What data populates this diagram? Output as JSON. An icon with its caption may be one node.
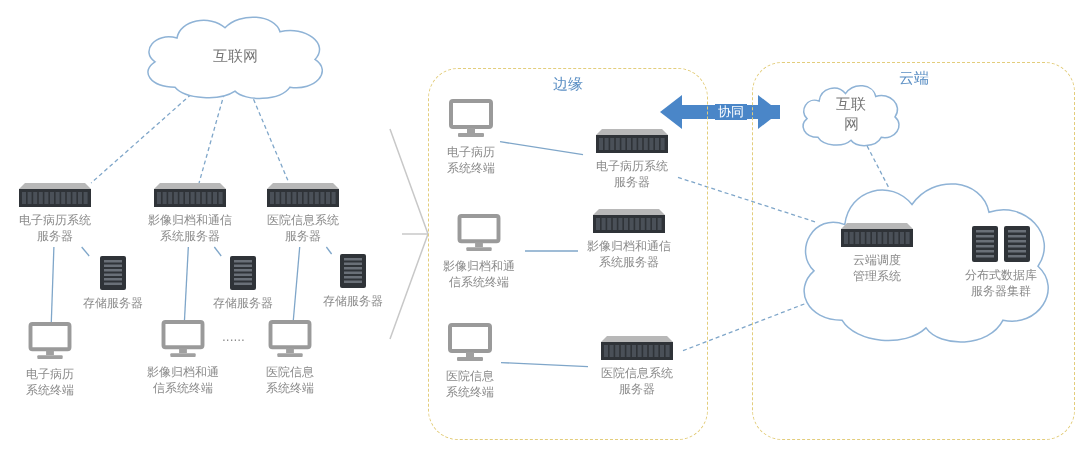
{
  "diagram": {
    "nodes": [
      {
        "text": [
          "互联网"
        ]
      },
      {
        "text": [
          "电子病历系统服务器"
        ]
      },
      {
        "text": [
          "影像归档和通信系统服务器"
        ]
      },
      {
        "text": [
          "医院信息系统服务器"
        ]
      },
      {
        "text": [
          "存储服务器"
        ]
      },
      {
        "text": [
          "存储服务器"
        ]
      },
      {
        "text": [
          "存储服务器"
        ]
      },
      {
        "text": [
          "电子病历系统终端"
        ]
      },
      {
        "text": [
          "影像归档和通信系统终端"
        ]
      },
      {
        "text": [
          "医院信息系统终端"
        ]
      },
      {
        "text": [
          "边缘"
        ]
      },
      {
        "text": [
          "电子病历系统终端"
        ],
        "in": 10
      },
      {
        "text": [
          "电子病历系统服务器"
        ],
        "in": 10
      },
      {
        "text": [
          "影像归档和通信系统终端"
        ],
        "in": 10
      },
      {
        "text": [
          "影像归档和通信系统服务器"
        ],
        "in": 10
      },
      {
        "text": [
          "医院信息系统终端"
        ],
        "in": 10
      },
      {
        "text": [
          "医院信息系统服务器"
        ],
        "in": 10
      },
      {
        "text": [
          "云端"
        ]
      },
      {
        "text": [
          "互联网"
        ],
        "in": 17
      },
      {
        "text": [],
        "shape": "cloud",
        "in": 17
      },
      {
        "text": [
          "云端调度管理系统"
        ],
        "in": 19
      },
      {
        "text": [
          "分布式数据库服务器集群"
        ],
        "in": 19
      }
    ],
    "edges": [
      {
        "from": 0,
        "to": 1,
        "arrow": "none",
        "style": "dashed"
      },
      {
        "from": 0,
        "to": 2,
        "arrow": "none",
        "style": "dashed"
      },
      {
        "from": 0,
        "to": 3,
        "arrow": "none",
        "style": "dashed"
      },
      {
        "from": 1,
        "to": 4,
        "arrow": "none"
      },
      {
        "from": 2,
        "to": 5,
        "arrow": "none"
      },
      {
        "from": 3,
        "to": 6,
        "arrow": "none"
      },
      {
        "from": 1,
        "to": 7,
        "arrow": "none"
      },
      {
        "from": 2,
        "to": 8,
        "arrow": "none"
      },
      {
        "from": 3,
        "to": 9,
        "arrow": "none"
      },
      {
        "from": null,
        "to": 10,
        "arrow": "to"
      },
      {
        "from": 11,
        "to": 12,
        "arrow": "none"
      },
      {
        "from": 13,
        "to": 14,
        "arrow": "none"
      },
      {
        "from": 15,
        "to": 16,
        "arrow": "none"
      },
      {
        "from": 10,
        "to": 17,
        "arrow": "both",
        "label": "协同",
        "style": "thick",
        "color": "#4a86c8"
      },
      {
        "from": 18,
        "to": 19,
        "arrow": "none",
        "style": "dashed"
      },
      {
        "from": 12,
        "to": 19,
        "arrow": "none",
        "style": "dashed"
      },
      {
        "from": 16,
        "to": 19,
        "arrow": "none",
        "style": "dashed"
      }
    ],
    "labels": [
      "......"
    ]
  }
}
